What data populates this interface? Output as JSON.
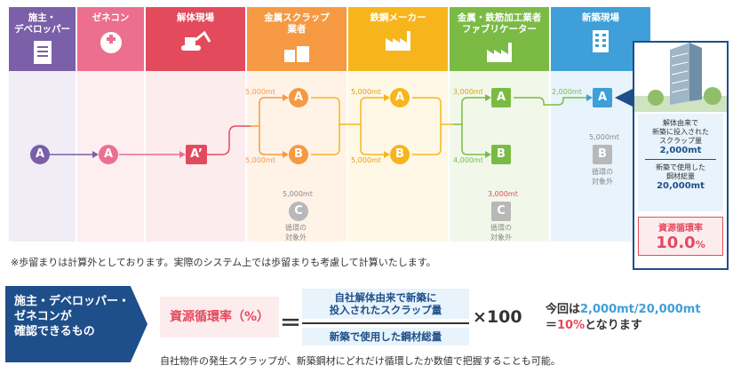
{
  "columns": [
    {
      "label": "施主・\nデベロッパー",
      "color": "#7b5fa8",
      "bg": "#f1edf7",
      "icon": "document-icon"
    },
    {
      "label": "ゼネコン",
      "color": "#ec6f8f",
      "bg": "#fdeef2",
      "icon": "hardhat-icon"
    },
    {
      "label": "解体現場",
      "color": "#e34b5d",
      "bg": "#fcecee",
      "icon": "excavator-icon"
    },
    {
      "label": "金属スクラップ\n業者",
      "color": "#f59a43",
      "bg": "#fff3e8",
      "icon": "boxes-icon"
    },
    {
      "label": "鉄鋼メーカー",
      "color": "#f7b51d",
      "bg": "#fff8e6",
      "icon": "factory-icon"
    },
    {
      "label": "金属・鉄筋加工業者\nファブリケーター",
      "color": "#7bbb45",
      "bg": "#f1f8ea",
      "icon": "factory-icon"
    },
    {
      "label": "新築現場",
      "color": "#3f9fd8",
      "bg": "#e8f3fb",
      "icon": "building-icon"
    }
  ],
  "nodes": {
    "a1": "A",
    "a2": "A",
    "a3": "A’",
    "scrap_a": "A",
    "scrap_b": "B",
    "scrap_c": "C",
    "mill_a": "A",
    "mill_b": "B",
    "fab_a": "A",
    "fab_b": "B",
    "fab_c": "C",
    "new_a": "A",
    "new_b": "B"
  },
  "flow_labels": {
    "scrap_a": "5,000mt",
    "scrap_b": "5,000mt",
    "scrap_c": "5,000mt",
    "mill_a": "5,000mt",
    "mill_b": "5,000mt",
    "fab_a": "3,000mt",
    "fab_b": "4,000mt",
    "fab_c": "3,000mt",
    "new_a": "2,000mt",
    "new_b": "5,000mt",
    "excluded": "循環の\n対象外"
  },
  "summary_box": {
    "line1": "解体由来で\n新築に投入された\nスクラップ量",
    "value1": "2,000mt",
    "line2": "新築で使用した\n鋼材総量",
    "value2": "20,000mt",
    "rate_label": "資源循環率",
    "rate_value": "10.0",
    "rate_unit": "%"
  },
  "note": "※歩留まりは計算外としております。実際のシステム上では歩留まりも考慮して計算いたします。",
  "formula": {
    "who": "施主・デベロッパー・\nゼネコンが\n確認できるもの",
    "rate_label": "資源循環率（%）",
    "equals": "＝",
    "numerator": "自社解体由来で新築に\n投入されたスクラップ量",
    "denominator": "新築で使用した鋼材総量",
    "times": "×100",
    "result_prefix": "今回は",
    "result_calc": "2,000mt/20,000mt",
    "result_eq": "＝",
    "result_pct": "10%",
    "result_suffix": "となります",
    "caption": "自社物件の発生スクラップが、新築鋼材にどれだけ循環したか数値で把握することも可能。"
  }
}
